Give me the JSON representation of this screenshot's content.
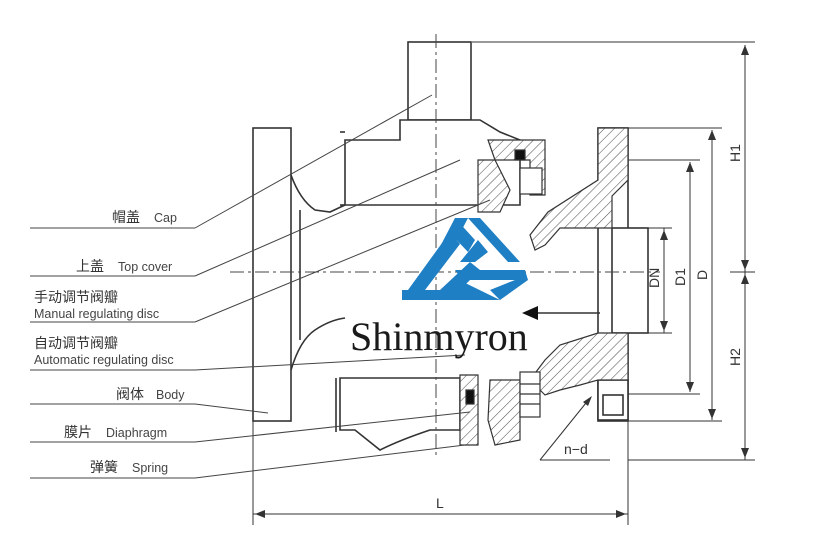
{
  "labels": [
    {
      "cn": "帽盖",
      "en": "Cap"
    },
    {
      "cn": "上盖",
      "en": "Top cover"
    },
    {
      "cn": "手动调节阀瓣",
      "en": "Manual regulating disc"
    },
    {
      "cn": "自动调节阀瓣",
      "en": "Automatic regulating disc"
    },
    {
      "cn": "阀体",
      "en": "Body"
    },
    {
      "cn": "膜片",
      "en": "Diaphragm"
    },
    {
      "cn": "弹簧",
      "en": "Spring"
    }
  ],
  "dimensions": {
    "h1": "H1",
    "h2": "H2",
    "d": "D",
    "d1": "D1",
    "dn": "DN",
    "l": "L",
    "nd": "n−d"
  },
  "brand": {
    "name": "Shinmyron",
    "color": "#1f7fc4"
  }
}
